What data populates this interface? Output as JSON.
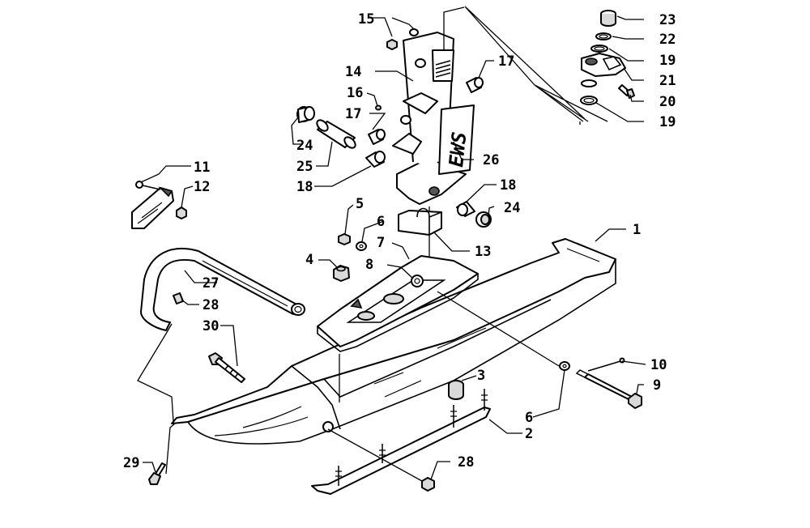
{
  "diagram": {
    "logo_text": "EWS",
    "callouts": [
      {
        "id": "c1",
        "label": "1"
      },
      {
        "id": "c2",
        "label": "2"
      },
      {
        "id": "c3",
        "label": "3"
      },
      {
        "id": "c4",
        "label": "4"
      },
      {
        "id": "c5",
        "label": "5"
      },
      {
        "id": "c6a",
        "label": "6"
      },
      {
        "id": "c6b",
        "label": "6"
      },
      {
        "id": "c7",
        "label": "7"
      },
      {
        "id": "c8",
        "label": "8"
      },
      {
        "id": "c9",
        "label": "9"
      },
      {
        "id": "c10",
        "label": "10"
      },
      {
        "id": "c11",
        "label": "11"
      },
      {
        "id": "c12",
        "label": "12"
      },
      {
        "id": "c13",
        "label": "13"
      },
      {
        "id": "c14",
        "label": "14"
      },
      {
        "id": "c15",
        "label": "15"
      },
      {
        "id": "c16",
        "label": "16"
      },
      {
        "id": "c17a",
        "label": "17"
      },
      {
        "id": "c17b",
        "label": "17"
      },
      {
        "id": "c18a",
        "label": "18"
      },
      {
        "id": "c18b",
        "label": "18"
      },
      {
        "id": "c19a",
        "label": "19"
      },
      {
        "id": "c19b",
        "label": "19"
      },
      {
        "id": "c20",
        "label": "20"
      },
      {
        "id": "c21",
        "label": "21"
      },
      {
        "id": "c22",
        "label": "22"
      },
      {
        "id": "c23",
        "label": "23"
      },
      {
        "id": "c24a",
        "label": "24"
      },
      {
        "id": "c24b",
        "label": "24"
      },
      {
        "id": "c25",
        "label": "25"
      },
      {
        "id": "c26",
        "label": "26"
      },
      {
        "id": "c27",
        "label": "27"
      },
      {
        "id": "c28a",
        "label": "28"
      },
      {
        "id": "c28b",
        "label": "28"
      },
      {
        "id": "c29",
        "label": "29"
      },
      {
        "id": "c30",
        "label": "30"
      }
    ]
  }
}
